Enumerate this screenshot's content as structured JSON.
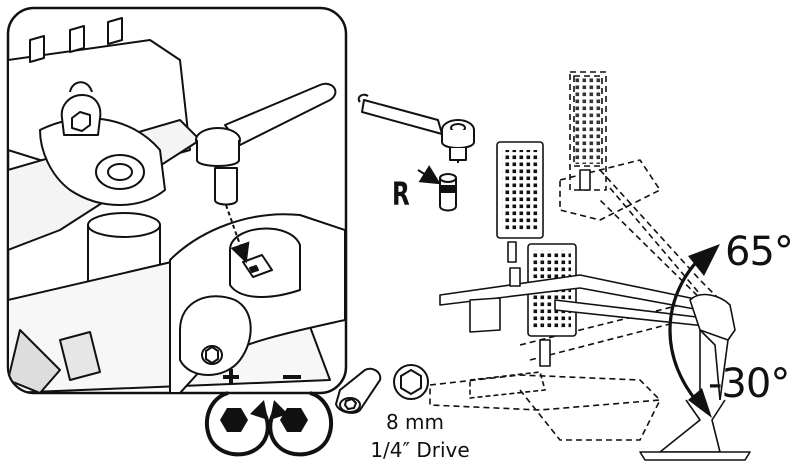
{
  "labels": {
    "socket_marker": "R",
    "angle_up": "65°",
    "angle_down": "-30°",
    "socket_size": "8 mm",
    "drive_size": "1/4″ Drive"
  },
  "icons": [
    "inset-detail-frame",
    "ratchet-wrench-icon",
    "socket-icon",
    "hex-bolt-icon",
    "tighten-plus-icon",
    "loosen-minus-icon",
    "seat-mechanism-drawing",
    "rotation-arc-arrow-icon"
  ],
  "colors": {
    "line": "#111111",
    "fill": "#ffffff",
    "hatch": "#e8e8e8"
  }
}
